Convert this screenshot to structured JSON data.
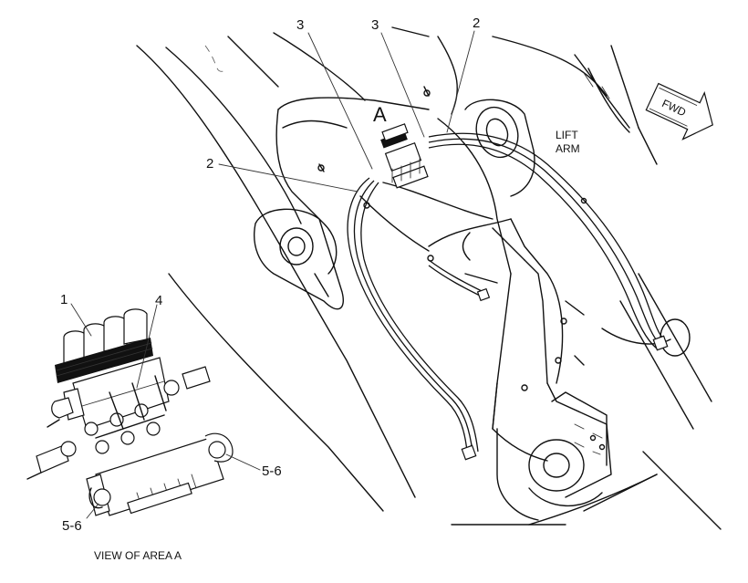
{
  "labels": {
    "callout_1": "1",
    "callout_2_top": "2",
    "callout_2_left": "2",
    "callout_3_left": "3",
    "callout_3_right": "3",
    "callout_4": "4",
    "callout_5_6_right": "5-6",
    "callout_5_6_left": "5-6",
    "area_marker": "A",
    "lift_arm_line1": "LIFT",
    "lift_arm_line2": "ARM",
    "fwd": "FWD",
    "view_caption": "VIEW OF AREA A"
  },
  "colors": {
    "ink": "#111111",
    "background": "#ffffff"
  }
}
